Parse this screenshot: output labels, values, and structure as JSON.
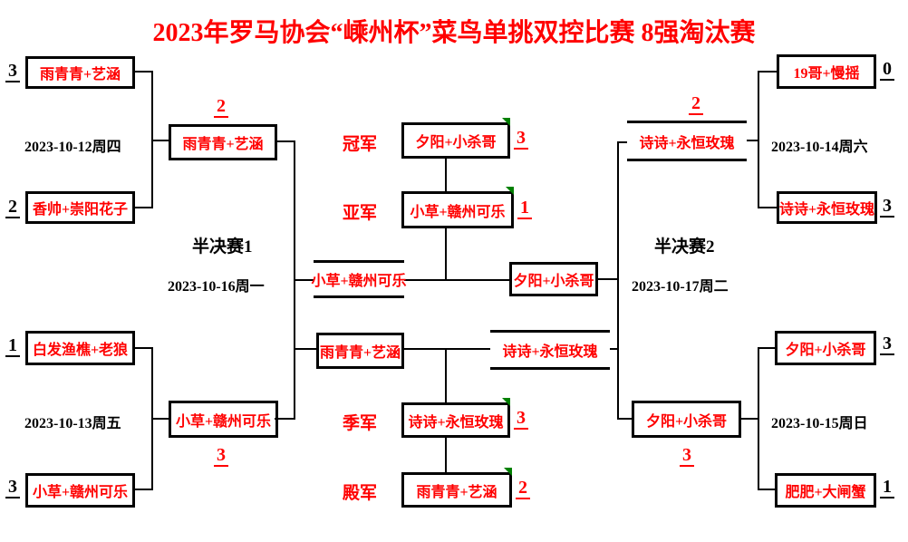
{
  "title": "2023年罗马协会“嵊州杯”菜鸟单挑双控比赛 8强淘汰赛",
  "colors": {
    "accent_red": "#ff0000",
    "line_black": "#000000",
    "marker_green": "#008000"
  },
  "left": {
    "semifinal_label": "半决赛1",
    "semifinal_date": "2023-10-16周一",
    "qf1": {
      "team1": "雨青青+艺涵",
      "score1": "3",
      "team2": "香帅+崇阳花子",
      "score2": "2",
      "date": "2023-10-12周四",
      "winner": "雨青青+艺涵",
      "winner_score": "2"
    },
    "qf2": {
      "team1": "白发渔樵+老狼",
      "score1": "1",
      "team2": "小草+赣州可乐",
      "score2": "3",
      "date": "2023-10-13周五",
      "winner": "小草+赣州可乐",
      "winner_score": "3"
    }
  },
  "right": {
    "semifinal_label": "半决赛2",
    "semifinal_date": "2023-10-17周二",
    "qf3": {
      "team1": "19哥+慢摇",
      "score1": "0",
      "team2": "诗诗+永恒玫瑰",
      "score2": "3",
      "date": "2023-10-14周六",
      "winner": "诗诗+永恒玫瑰",
      "winner_score": "2"
    },
    "qf4": {
      "team1": "夕阳+小杀哥",
      "score1": "3",
      "team2": "肥肥+大闸蟹",
      "score2": "1",
      "date": "2023-10-15周日",
      "winner": "夕阳+小杀哥",
      "winner_score": "3"
    }
  },
  "final_match": {
    "left_team": "小草+赣州可乐",
    "right_team": "夕阳+小杀哥"
  },
  "third_place_match": {
    "left_team": "雨青青+艺涵",
    "right_team": "诗诗+永恒玫瑰"
  },
  "results": {
    "champion": {
      "label": "冠军",
      "team": "夕阳+小杀哥",
      "score": "3"
    },
    "runner_up": {
      "label": "亚军",
      "team": "小草+赣州可乐",
      "score": "1"
    },
    "third": {
      "label": "季军",
      "team": "诗诗+永恒玫瑰",
      "score": "3"
    },
    "fourth": {
      "label": "殿军",
      "team": "雨青青+艺涵",
      "score": "2"
    }
  }
}
